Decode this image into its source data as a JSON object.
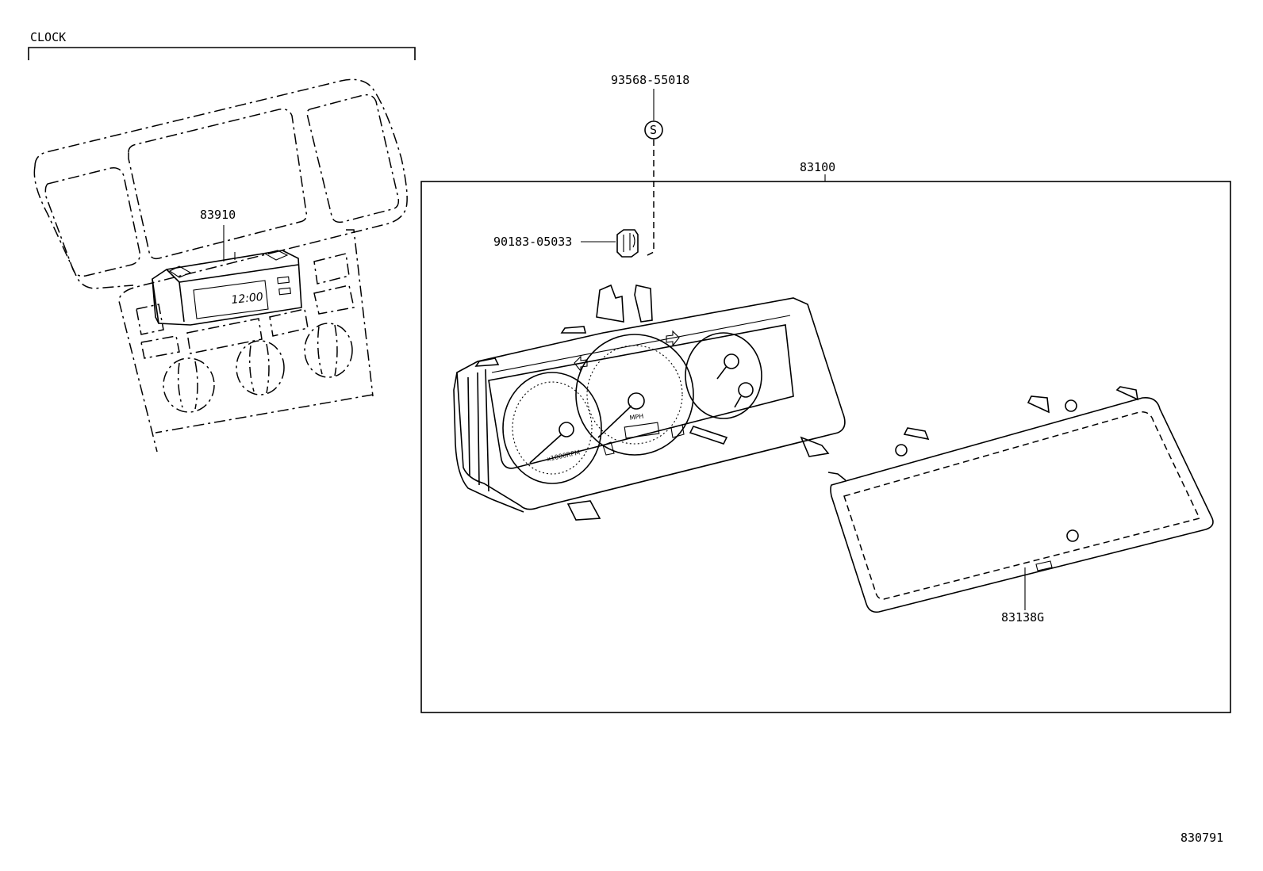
{
  "section_label": "CLOCK",
  "parts": {
    "clock_assembly": "83910",
    "meter_assembly": "83100",
    "clip": "90183-05033",
    "screw": "93568-55018",
    "meter_glass": "83138G"
  },
  "symbol_s": "S",
  "clock_display": "12:00",
  "gauge_labels": {
    "tachometer_unit": "x1000RPM",
    "speedometer_unit": "MPH"
  },
  "figure_number": "830791"
}
